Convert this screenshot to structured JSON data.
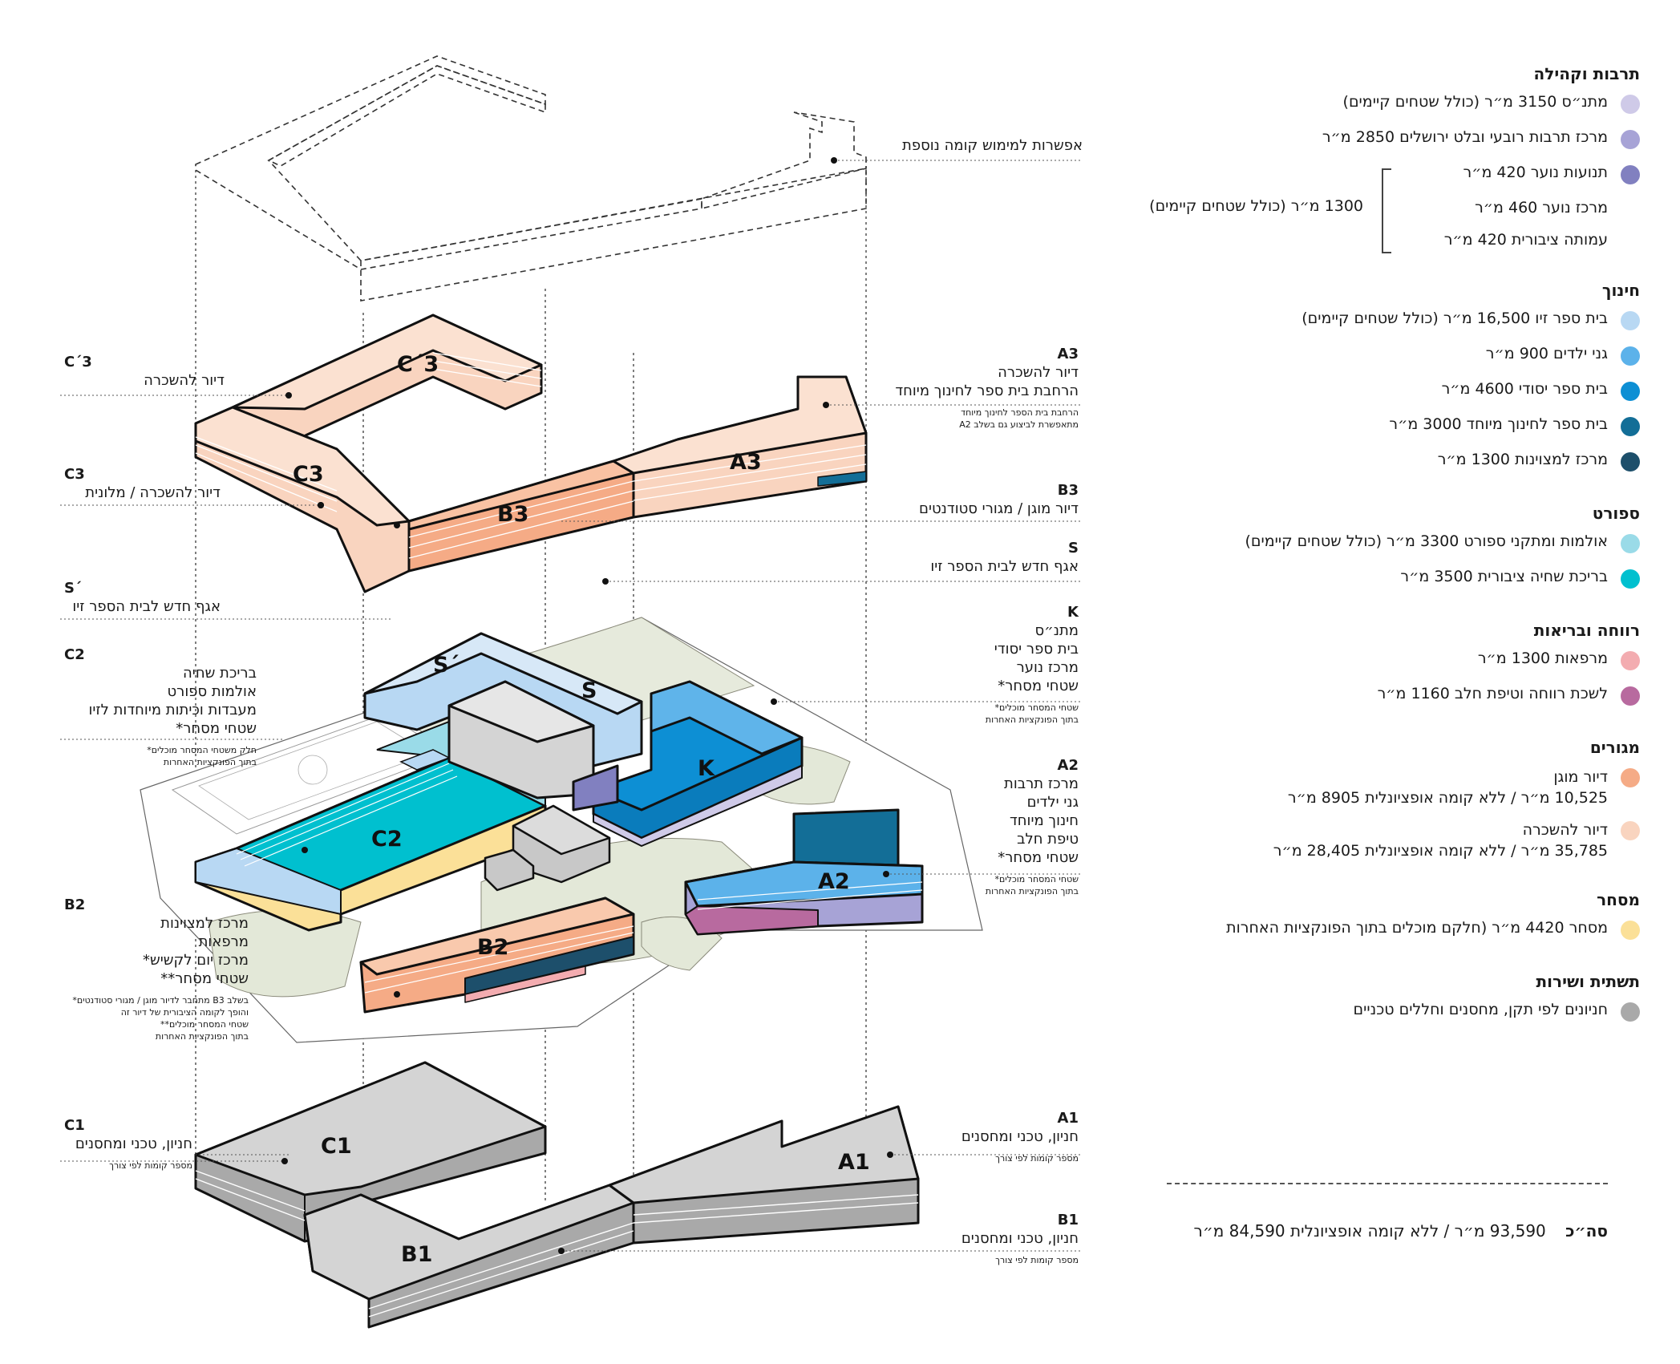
{
  "colors": {
    "rent_housing": "#f9d4bf",
    "protected_housing": "#f5ab86",
    "zion_school": "#b8d8f3",
    "kindergartens": "#5cb2ea",
    "primary_school": "#0d8fd4",
    "special_ed": "#136e97",
    "excellence": "#1d4f6b",
    "sport_halls": "#9adbe8",
    "pool": "#00c0cf",
    "community_center": "#cfcae8",
    "culture_center": "#a7a3d6",
    "youth": "#8180c0",
    "clinics": "#f3acb0",
    "welfare": "#b86a9f",
    "commerce": "#fbe098",
    "parking": "#c8c8c8",
    "site": "#dfe4d5"
  },
  "diagram": {
    "top_label": "אפשרות למימוש קומה נוספת",
    "blocks": {
      "c3p": "C´3",
      "c3": "C3",
      "b3": "B3",
      "a3": "A3",
      "sp": "S´",
      "s": "S",
      "k": "K",
      "c2": "C2",
      "a2": "A2",
      "b2": "B2",
      "c1": "C1",
      "a1": "A1",
      "b1": "B1"
    },
    "labels": {
      "c3p": {
        "code": "C´3",
        "lines": [
          "דיור להשכרה"
        ]
      },
      "c3": {
        "code": "C3",
        "lines": [
          "דיור להשכרה / מלונית"
        ]
      },
      "sp": {
        "code": "S´",
        "lines": [
          "אגף חדש לבית הספר זיו"
        ]
      },
      "c2": {
        "code": "C2",
        "lines": [
          "בריכת שחיה",
          "אולמות ספורט",
          "מעבדות וכיתות מיוחדות לזיו",
          "שטחי מסחר*"
        ],
        "notes": [
          "חלק משטחי המסחר מוכלים*",
          "בתוך הפונקציות האחרות"
        ]
      },
      "b2": {
        "code": "B2",
        "lines": [
          "מרכז למצוינות",
          "מרפאות",
          "מרכז יום לקשיש*",
          "שטחי מסחר**"
        ],
        "notes": [
          "בשלב B3 מתחבר לדיור מוגן / מגורי סטודנטים*",
          "והופך לקומה הציבורית של דיור זה",
          "שטחי המסחר מוכלים**",
          "בתוך הפונקציות האחרות"
        ]
      },
      "c1": {
        "code": "C1",
        "lines": [
          "חניון, טכני ומחסנים"
        ],
        "notes": [
          "מספר קומות לפי צורך"
        ]
      },
      "a3": {
        "code": "A3",
        "lines": [
          "דיור להשכרה",
          "הרחבת בית ספר לחינוך מיוחד"
        ],
        "notes": [
          "הרחבת בית הספר לחינוך מיוחד",
          "מתאפשרת לביצוע גם בשלב A2"
        ]
      },
      "b3": {
        "code": "B3",
        "lines": [
          "דיור מוגן / מגורי סטודנטים"
        ]
      },
      "s": {
        "code": "S",
        "lines": [
          "אגף חדש לבית הספר זיו"
        ]
      },
      "k": {
        "code": "K",
        "lines": [
          "מתנ״ס",
          "בית ספר יסודי",
          "מרכז נוער",
          "שטחי מסחר*"
        ],
        "notes": [
          "שטחי המסחר מוכלים*",
          "בתוך הפונקציות האחרות"
        ]
      },
      "a2": {
        "code": "A2",
        "lines": [
          "מרכז תרבות",
          "גני ילדים",
          "חינוך מיוחד",
          "טיפת חלב",
          "שטחי מסחר*"
        ],
        "notes": [
          "שטחי המסחר מוכלים*",
          "בתוך הפונקציות האחרות"
        ]
      },
      "a1": {
        "code": "A1",
        "lines": [
          "חניון, טכני ומחסנים"
        ],
        "notes": [
          "מספר קומות לפי צורך"
        ]
      },
      "b1": {
        "code": "B1",
        "lines": [
          "חניון, טכני ומחסנים"
        ],
        "notes": [
          "מספר קומות לפי צורך"
        ]
      }
    }
  },
  "legend": {
    "culture": {
      "title": "תרבות וקהילה",
      "items": [
        "מתנ״ס 3150 מ״ר (כולל שטחים קיימים)",
        "מרכז תרבות רובעי ובלט ירושלים 2850 מ״ר",
        "תנועות נוער 420 מ״ר"
      ],
      "sub_items": [
        "מרכז נוער 460 מ״ר",
        "עמותה ציבורית 420 מ״ר"
      ],
      "bracket_text": "1300 מ״ר (כולל שטחים קיימים)"
    },
    "education": {
      "title": "חינוך",
      "items": [
        "בית ספר זיו 16,500 מ״ר (כולל שטחים קיימים)",
        "גני ילדים 900 מ״ר",
        "בית ספר יסודי 4600 מ״ר",
        "בית ספר לחינוך מיוחד 3000 מ״ר",
        "מרכז למצוינות 1300 מ״ר"
      ]
    },
    "sport": {
      "title": "ספורט",
      "items": [
        "אולמות ומתקני ספורט 3300 מ״ר (כולל שטחים קיימים)",
        "בריכת שחיה ציבורית 3500 מ״ר"
      ]
    },
    "welfare": {
      "title": "רווחה ובריאות",
      "items": [
        "מרפאות 1300 מ״ר",
        "לשכת רווחה וטיפת חלב 1160 מ״ר"
      ]
    },
    "housing": {
      "title": "מגורים",
      "items": [
        {
          "l1": "דיור מוגן",
          "l2": "10,525 מ״ר / ללא קומה אופציונלית 8905 מ״ר"
        },
        {
          "l1": "דיור להשכרה",
          "l2": "35,785 מ״ר / ללא קומה אופציונלית 28,405 מ״ר"
        }
      ]
    },
    "commerce": {
      "title": "מסחר",
      "items": [
        "מסחר 4420 מ״ר (חלקם מוכלים בתוך הפונקציות האחרות"
      ]
    },
    "infra": {
      "title": "תשתית ושירות",
      "items": [
        "חניונים לפי תקן, מחסנים וחללים טכניים"
      ]
    },
    "total": {
      "label": "סה״כ",
      "value": "93,590 מ״ר / ללא קומה אופציונלית 84,590 מ״ר"
    }
  }
}
